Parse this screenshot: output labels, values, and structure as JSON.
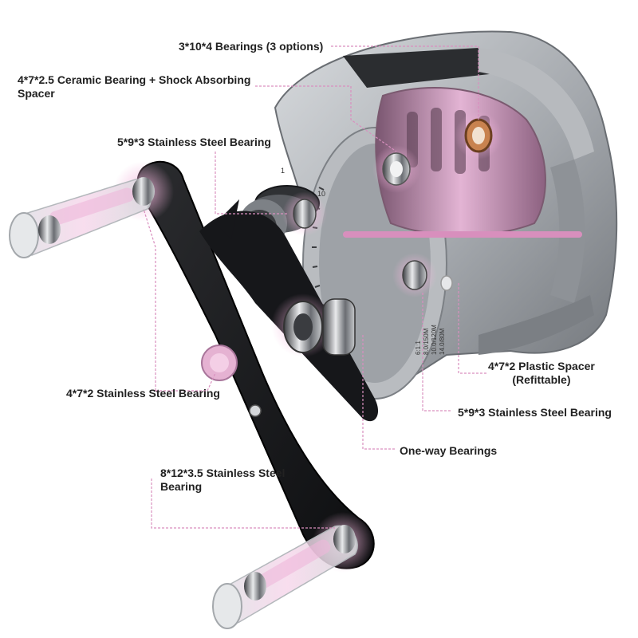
{
  "labels": {
    "bearings_3_10_4": "3*10*4 Bearings (3 options)",
    "ceramic_line1": "4*7*2.5 Ceramic Bearing + Shock Absorbing",
    "ceramic_line2": "Spacer",
    "ss_593_top": "5*9*3 Stainless Steel Bearing",
    "plastic_line1": "4*7*2 Plastic Spacer",
    "plastic_line2": "(Refittable)",
    "ss_593_bottom": "5*9*3 Stainless Steel Bearing",
    "ss_472": "4*7*2 Stainless Steel Bearing",
    "one_way": "One-way Bearings",
    "ss_8123_line1": "8*12*3.5 Stainless Steel",
    "ss_8123_line2": "Bearing"
  },
  "dial": {
    "numbers": [
      "1",
      "10"
    ],
    "spool_text": [
      "6:1:1",
      "8.0/150M",
      "10.0/120M",
      "14.0/80M"
    ]
  },
  "colors": {
    "accent_pink": "#e7a4cf",
    "leader_line": "#d98fbf",
    "reel_gray": "#9a9ea3",
    "reel_dark": "#3a3c40",
    "spool_pink": "#c98fb6",
    "text": "#222222"
  }
}
